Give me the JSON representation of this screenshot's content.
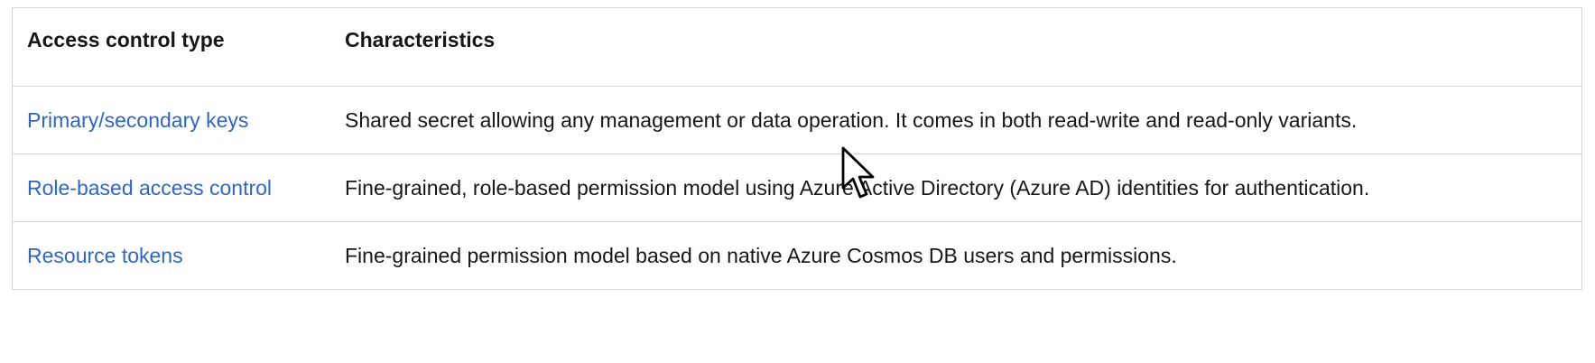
{
  "table": {
    "headers": {
      "type": "Access control type",
      "characteristics": "Characteristics"
    },
    "rows": [
      {
        "type": "Primary/secondary keys",
        "characteristics": "Shared secret allowing any management or data operation. It comes in both read-write and read-only variants."
      },
      {
        "type": "Role-based access control",
        "characteristics": "Fine-grained, role-based permission model using Azure Active Directory (Azure AD) identities for authentication."
      },
      {
        "type": "Resource tokens",
        "characteristics": "Fine-grained permission model based on native Azure Cosmos DB users and permissions."
      }
    ]
  },
  "colors": {
    "link": "#2f66c4",
    "border": "#d6d6d6",
    "text": "#171717"
  },
  "cursor": {
    "icon": "mouse-pointer-icon"
  }
}
